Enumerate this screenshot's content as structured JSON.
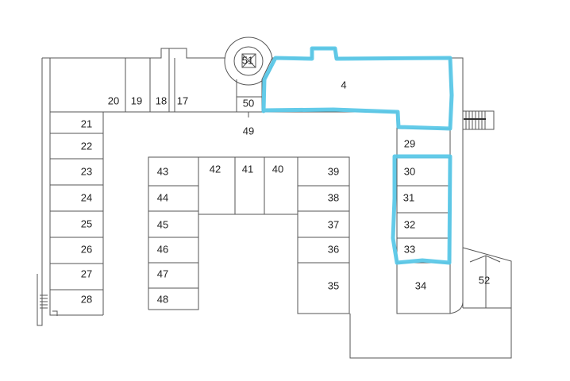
{
  "floorplan": {
    "highlight_color": "#5bc8e8",
    "highlighted_rooms": [
      "4",
      "30",
      "31",
      "32",
      "33"
    ],
    "rooms": {
      "r4": "4",
      "r17": "17",
      "r18": "18",
      "r19": "19",
      "r20": "20",
      "r21": "21",
      "r22": "22",
      "r23": "23",
      "r24": "24",
      "r25": "25",
      "r26": "26",
      "r27": "27",
      "r28": "28",
      "r29": "29",
      "r30": "30",
      "r31": "31",
      "r32": "32",
      "r33": "33",
      "r34": "34",
      "r35": "35",
      "r36": "36",
      "r37": "37",
      "r38": "38",
      "r39": "39",
      "r40": "40",
      "r41": "41",
      "r42": "42",
      "r43": "43",
      "r44": "44",
      "r45": "45",
      "r46": "46",
      "r47": "47",
      "r48": "48",
      "r49": "49",
      "r50": "50",
      "r51": "51",
      "r52": "52"
    }
  }
}
